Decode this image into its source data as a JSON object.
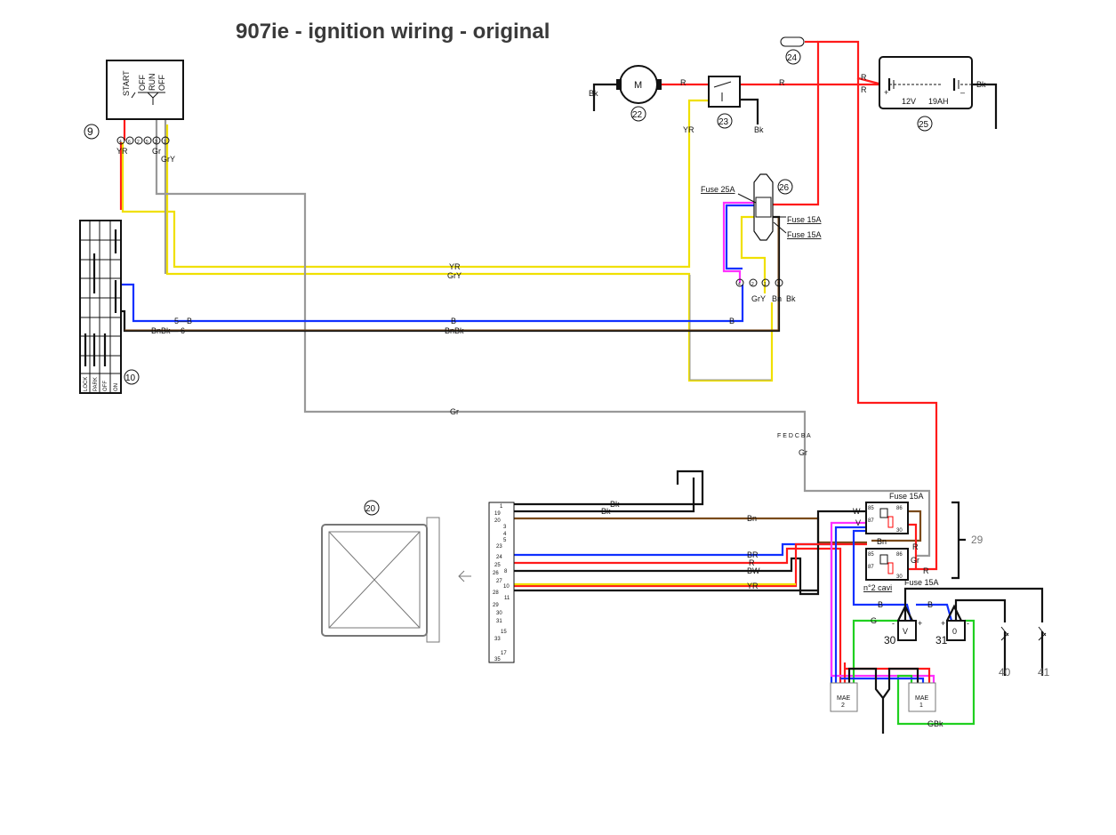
{
  "title": "907ie - ignition wiring - original",
  "colors": {
    "red": "#ff1a1a",
    "yellow": "#f0e000",
    "gray": "#999999",
    "blue": "#1030ff",
    "brown": "#7a4a1a",
    "magenta": "#ff30ff",
    "green": "#20d020",
    "black": "#111111"
  },
  "components": {
    "c9": "9",
    "c10": "10",
    "c20": "20",
    "c22": "22",
    "c23": "23",
    "c24": "24",
    "c25": "25",
    "c26": "26",
    "c29": "29",
    "c30": "30",
    "c31": "31",
    "c40": "40",
    "c41": "41"
  },
  "ignition_switch": {
    "positions": [
      "START",
      "OFF",
      "RUN",
      "OFF"
    ],
    "pins": [
      "4",
      "6",
      "2",
      "5",
      "3",
      "1"
    ]
  },
  "steering_lock": {
    "positions": [
      "LOCK",
      "PARK",
      "OFF",
      "ON"
    ]
  },
  "motor": {
    "label": "M"
  },
  "battery": {
    "voltage": "12V",
    "capacity": "19AH",
    "plus": "+",
    "minus": "–"
  },
  "fuse_box": {
    "fuse_top": "Fuse 25A",
    "fuse_mid": "Fuse 15A",
    "fuse_bot": "Fuse 15A",
    "pins": [
      "4",
      "2",
      "1",
      "3"
    ]
  },
  "relays": {
    "fuse_top": "Fuse 15A",
    "fuse_bot": "Fuse 15A",
    "note": "n°2 cavi",
    "pins": [
      "85",
      "86",
      "87",
      "30"
    ]
  },
  "connector": {
    "left": "F E D C B A"
  },
  "ecu_pins": [
    "1",
    "19",
    "20",
    "3",
    "4",
    "5",
    "23",
    "24",
    "25",
    "8",
    "26",
    "27",
    "10",
    "28",
    "11",
    "29",
    "30",
    "31",
    "15",
    "33",
    "17",
    "35"
  ],
  "modules": {
    "mae2": "MAE",
    "mae2_n": "2",
    "mae1": "MAE",
    "mae1_n": "1",
    "v": "V",
    "o": "0",
    "minus": "-",
    "plus": "+"
  },
  "wire_labels": {
    "yr1": "YR",
    "gr1": "Gr",
    "gry1": "GrY",
    "yr2": "YR",
    "gry2": "GrY",
    "b5": "5—B",
    "b2": "B",
    "b3": "B",
    "bnbk6": "BnBk— 6",
    "bnbk2": "BnBk",
    "gr2": "Gr",
    "gr3": "Gr",
    "gry3": "GrY",
    "bn3": "Bn",
    "bk3": "Bk",
    "bk4": "Bk",
    "yr3": "YR",
    "r1": "R",
    "r2": "R",
    "r3": "R",
    "r4": "R",
    "bk1": "Bk",
    "bk2": "Bk",
    "ecu_bk1": "Bk",
    "ecu_bk2": "Bk",
    "ecu_bn": "Bn",
    "ecu_br": "BR",
    "ecu_r": "R",
    "ecu_bw": "BW",
    "ecu_yr": "YR",
    "w": "W",
    "v": "V",
    "bn_rel": "Bn",
    "r_rel1": "R",
    "gr_rel": "Gr",
    "r_rel2": "R",
    "b_low1": "B",
    "b_low2": "B",
    "g_low": "G",
    "gbk": "GBk"
  }
}
